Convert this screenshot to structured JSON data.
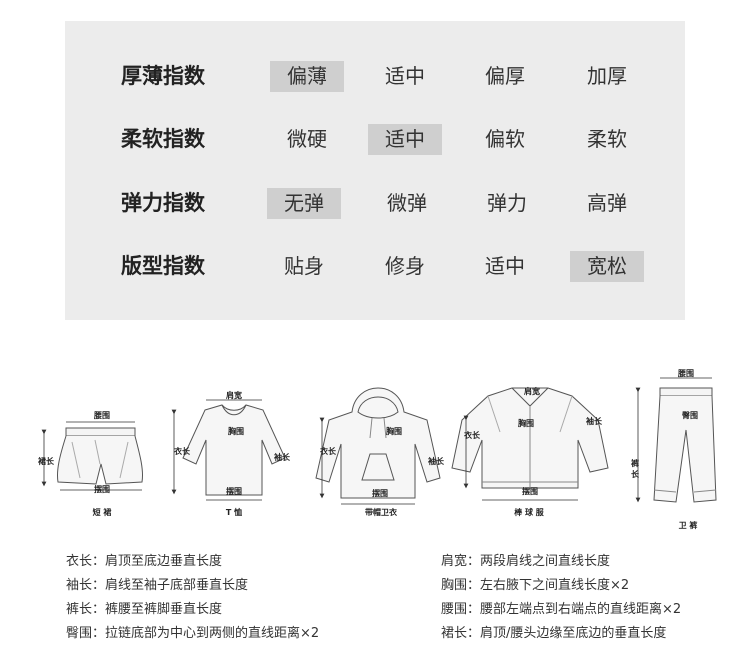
{
  "indices": [
    {
      "label": "厚薄指数",
      "options": [
        "偏薄",
        "适中",
        "偏厚",
        "加厚"
      ],
      "selected": 0
    },
    {
      "label": "柔软指数",
      "options": [
        "微硬",
        "适中",
        "偏软",
        "柔软"
      ],
      "selected": 1
    },
    {
      "label": "弹力指数",
      "options": [
        "无弹",
        "微弹",
        "弹力",
        "高弹"
      ],
      "selected": 0
    },
    {
      "label": "版型指数",
      "options": [
        "贴身",
        "修身",
        "适中",
        "宽松"
      ],
      "selected": 3
    }
  ],
  "garments": {
    "shorts": {
      "name": "短 裙",
      "waist": "腰围",
      "length": "裙长",
      "hem": "摆围"
    },
    "tshirt": {
      "name": "T 恤",
      "shoulder": "肩宽",
      "chest": "胸围",
      "body_length": "衣长",
      "sleeve": "袖长",
      "hem": "摆围"
    },
    "hoodie": {
      "name": "带帽卫衣",
      "chest": "胸围",
      "body_length": "衣长",
      "sleeve": "袖长",
      "hem": "摆围"
    },
    "baseball": {
      "name": "棒 球 服",
      "shoulder": "肩宽",
      "chest": "胸围",
      "body_length": "衣长",
      "sleeve": "袖长",
      "hem": "摆围"
    },
    "pants": {
      "name": "卫 裤",
      "waist": "腰围",
      "hip": "臀围",
      "length": "裤长"
    }
  },
  "definitions": {
    "left": [
      "衣长：肩顶至底边垂直长度",
      "袖长：肩线至袖子底部垂直长度",
      "裤长：裤腰至裤脚垂直长度",
      "臀围：拉链底部为中心到两侧的直线距离×2"
    ],
    "right": [
      "肩宽：两段肩线之间直线长度",
      "胸围：左右腋下之间直线长度×2",
      "腰围：腰部左端点到右端点的直线距离×2",
      "裙长：肩顶/腰头边缘至底边的垂直长度"
    ]
  }
}
